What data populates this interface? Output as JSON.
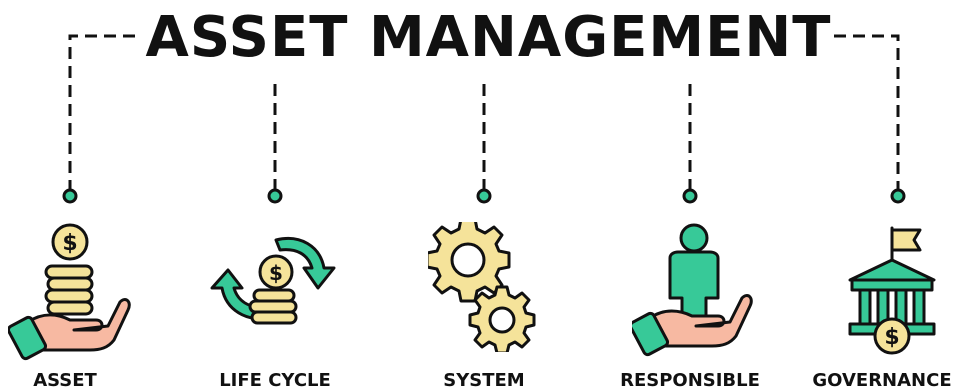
{
  "title": "ASSET MANAGEMENT",
  "items": [
    {
      "label": "ASSET",
      "icon": "hand-holding-coins-icon"
    },
    {
      "label": "LIFE CYCLE",
      "icon": "coins-cycle-arrows-icon"
    },
    {
      "label": "SYSTEM",
      "icon": "gears-icon"
    },
    {
      "label": "RESPONSIBLE",
      "icon": "hand-holding-person-icon"
    },
    {
      "label": "GOVERNANCE",
      "icon": "government-building-icon"
    }
  ],
  "colors": {
    "outline": "#111111",
    "green": "#37c998",
    "gold": "#f5e39a",
    "skin": "#f7b9a2",
    "dark_green": "#1e7a5a"
  }
}
